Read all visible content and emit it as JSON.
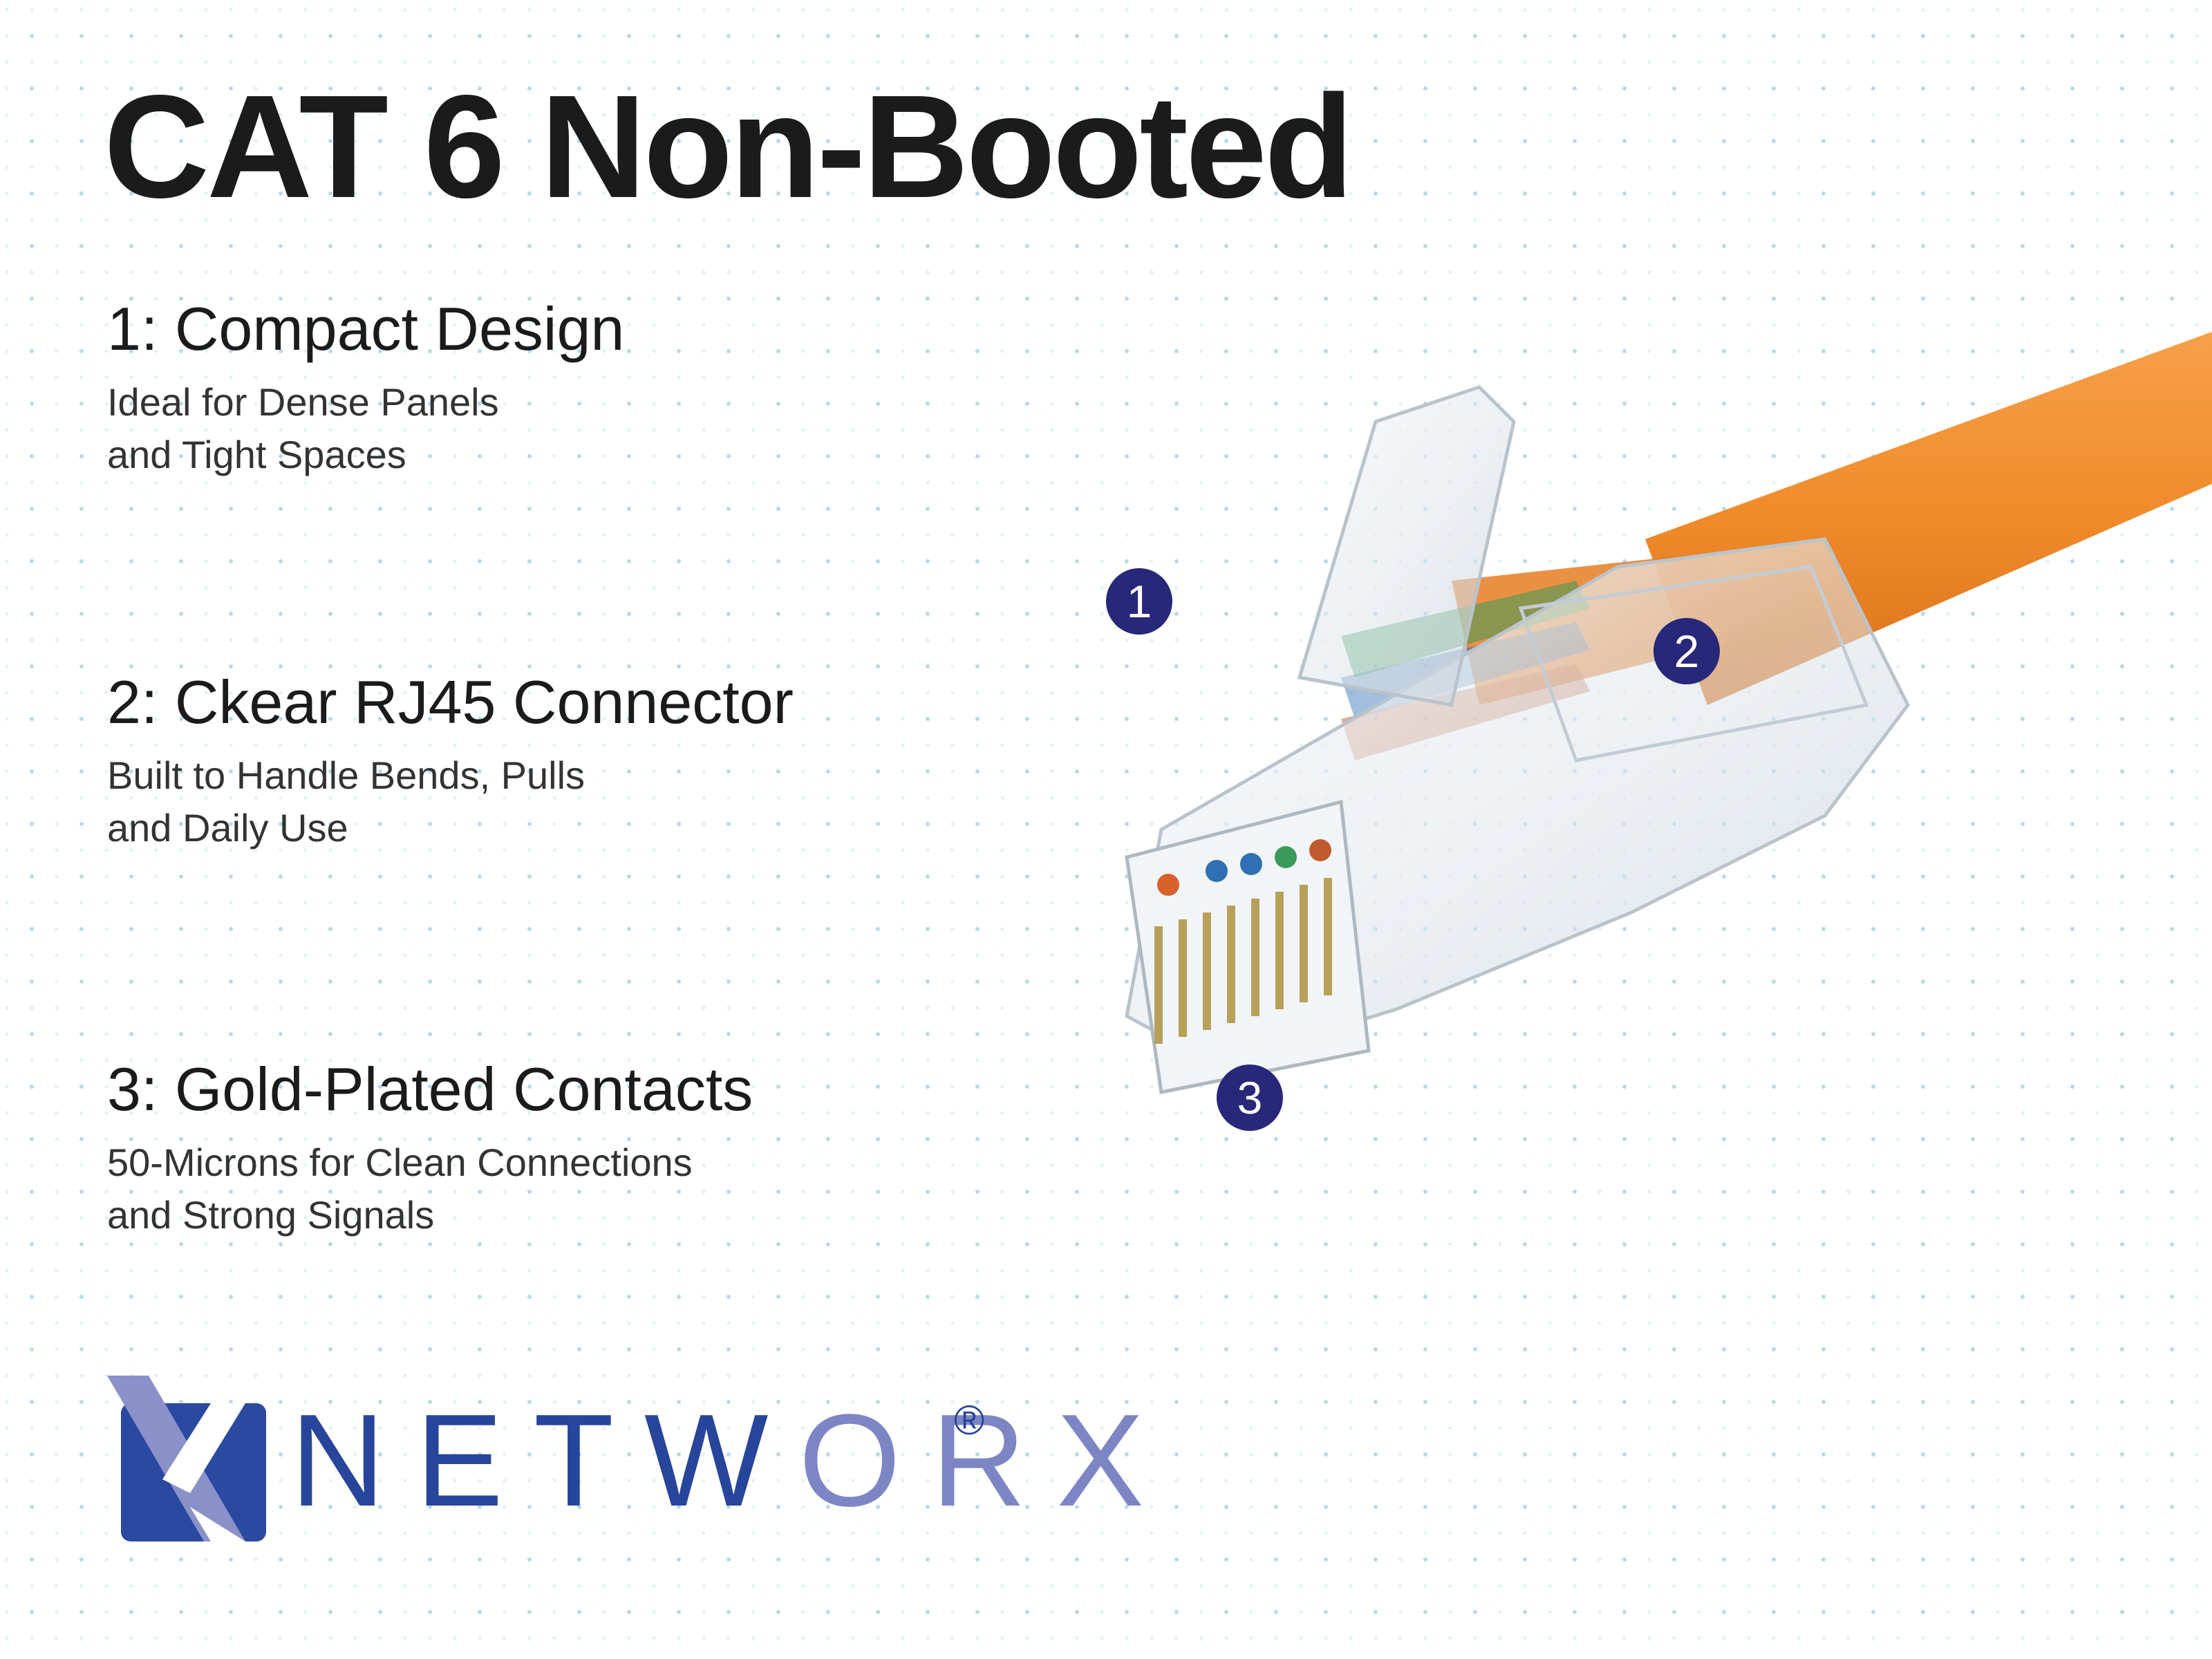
{
  "title": "CAT 6 Non-Booted",
  "features": [
    {
      "heading": "1: Compact Design",
      "desc_line1": "Ideal for Dense Panels",
      "desc_line2": "and Tight Spaces"
    },
    {
      "heading": "2: Ckear RJ45 Connector",
      "desc_line1": "Built to Handle Bends, Pulls",
      "desc_line2": "and Daily Use"
    },
    {
      "heading": "3: Gold-Plated Contacts",
      "desc_line1": "50-Microns for Clean Connections",
      "desc_line2": "and Strong Signals"
    }
  ],
  "callouts": [
    "1",
    "2",
    "3"
  ],
  "brand": {
    "name_a": "NETW",
    "name_b": "ORX",
    "registered": "®"
  },
  "colors": {
    "cable": "#f08a2a",
    "callout": "#27287a",
    "brand_dark": "#27459a",
    "brand_light": "#7d86c4"
  },
  "icons": {
    "logo": "networx-x-logo-mark"
  }
}
